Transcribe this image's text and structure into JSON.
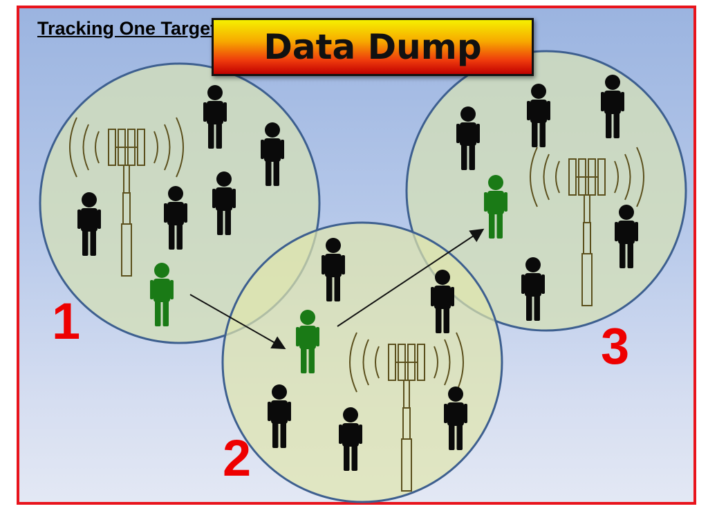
{
  "slide": {
    "heading": "Tracking One Target",
    "banner": "Data Dump"
  },
  "cells": [
    {
      "number": "1"
    },
    {
      "number": "2"
    },
    {
      "number": "3"
    }
  ],
  "colors": {
    "frame": "#e8141c",
    "circle_fill": "#d3dfb9",
    "circle_stroke": "#3d5f8f",
    "target_person": "#1a7a16",
    "other_person": "#0a0a0a",
    "tower": "#6b5a1e",
    "zone_number": "#ee0000"
  },
  "icons": [
    "cell-tower-icon",
    "person-icon",
    "target-person-icon",
    "arrow-icon"
  ]
}
